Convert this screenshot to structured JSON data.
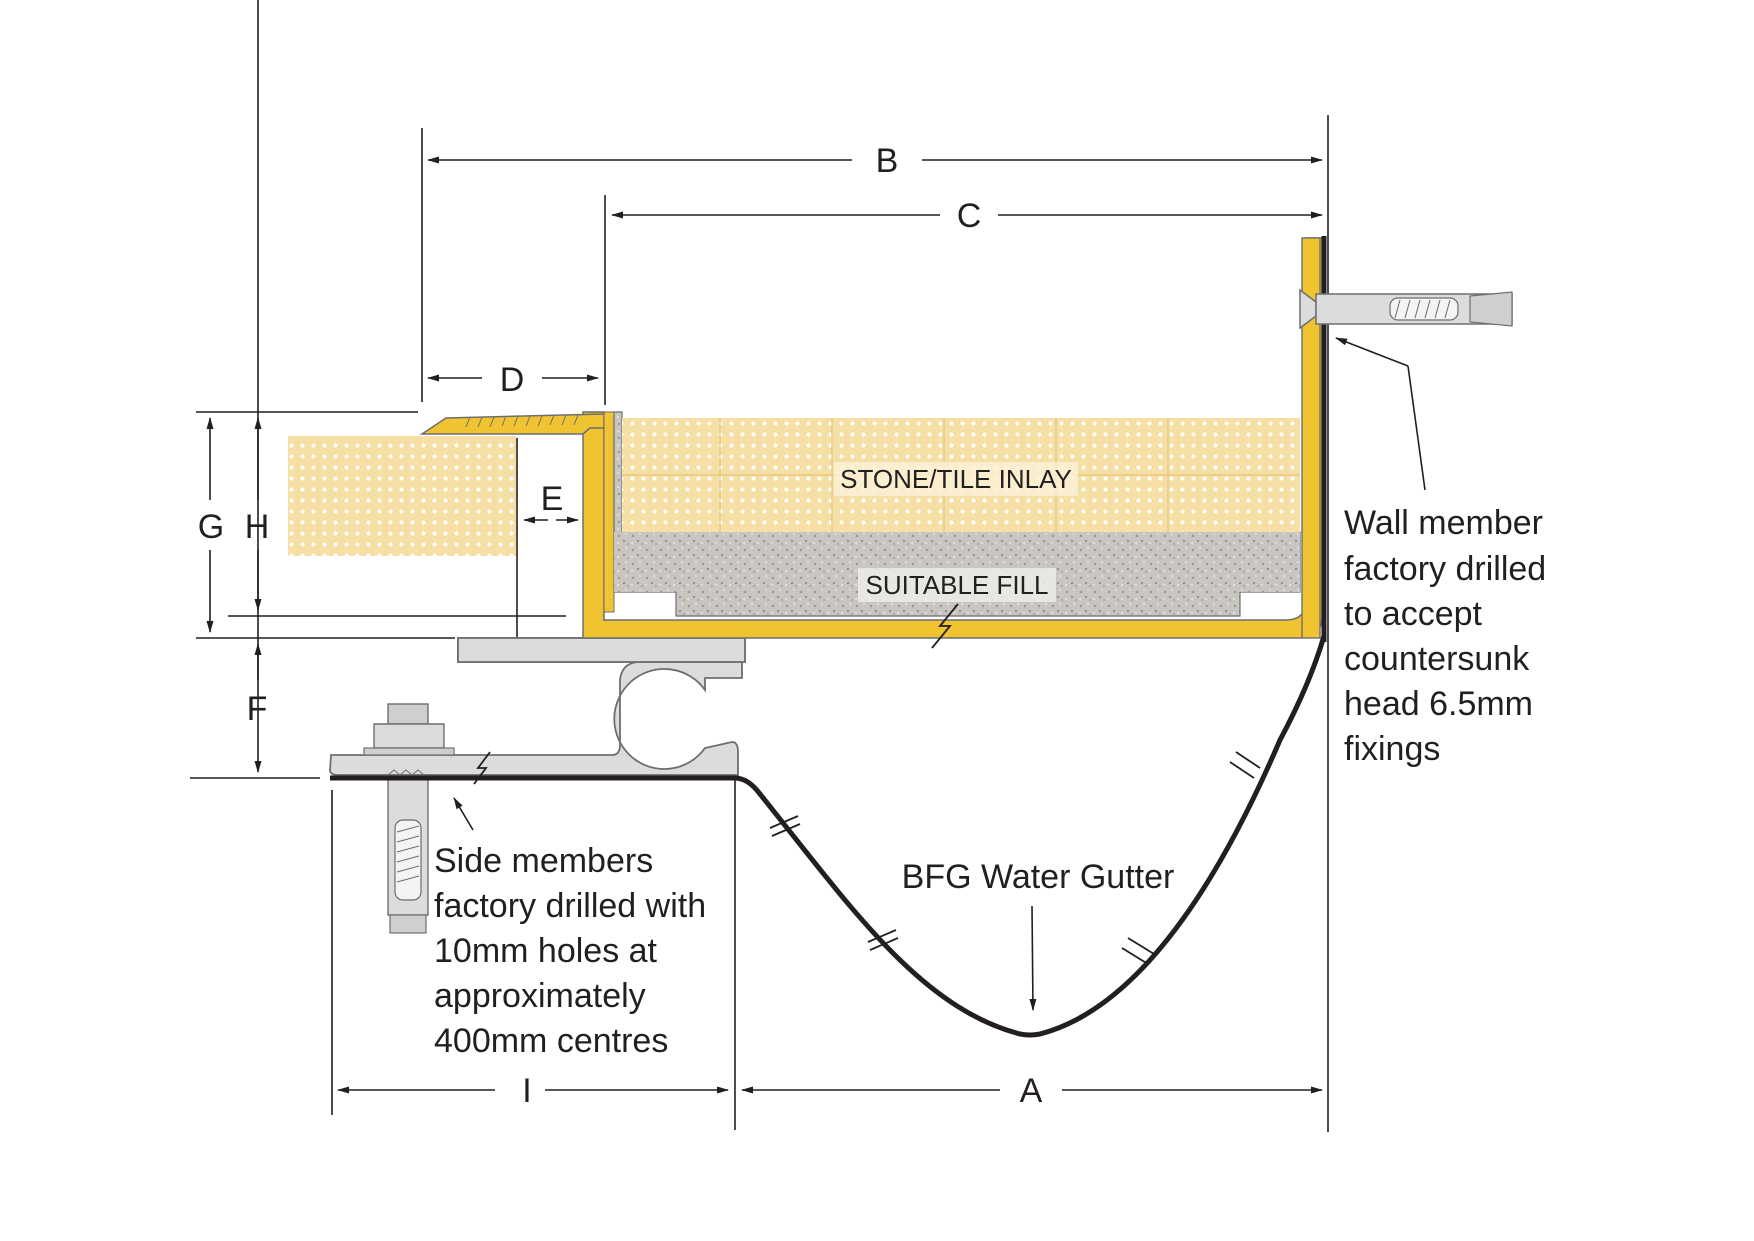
{
  "dimensions": {
    "A": "A",
    "B": "B",
    "C": "C",
    "D": "D",
    "E": "E",
    "F": "F",
    "G": "G",
    "H": "H",
    "I": "I"
  },
  "labels": {
    "inlay": "STONE/TILE INLAY",
    "fill": "SUITABLE FILL",
    "gutter": "BFG Water Gutter"
  },
  "notes": {
    "wall_member": [
      "Wall member",
      "factory drilled",
      "to accept",
      "countersunk",
      "head 6.5mm",
      "fixings"
    ],
    "side_members": [
      "Side members",
      "factory drilled with",
      "10mm holes at",
      "approximately",
      "400mm centres"
    ]
  },
  "colors": {
    "profile_yellow": "#f0c330",
    "inlay_fill": "#f6dfa4",
    "fill_grey": "#c9c6c1",
    "aluminium": "#dcdcdc",
    "line": "#231f20"
  }
}
